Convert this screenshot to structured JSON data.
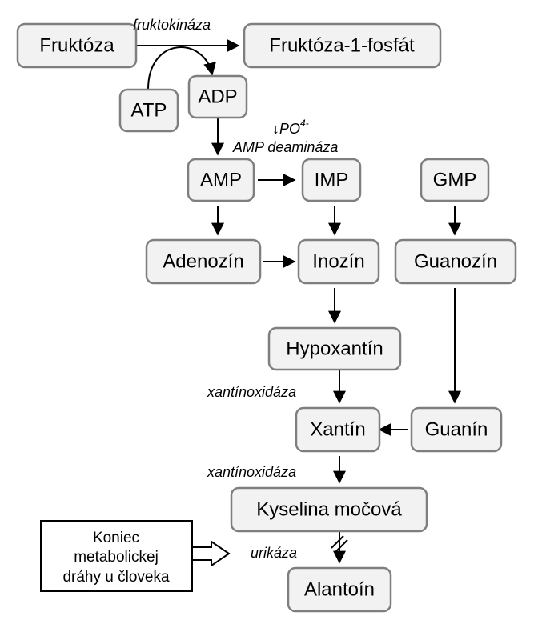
{
  "nodes": {
    "fruktoza": "Fruktóza",
    "fruktoza1p": "Fruktóza-1-fosfát",
    "atp": "ATP",
    "adp": "ADP",
    "amp": "AMP",
    "imp": "IMP",
    "gmp": "GMP",
    "adenozin": "Adenozín",
    "inozin": "Inozín",
    "guanozin": "Guanozín",
    "hypoxantin": "Hypoxantín",
    "xantin": "Xantín",
    "guanin": "Guanín",
    "kyselina": "Kyselina močová",
    "alantoin": "Alantoín"
  },
  "enzymes": {
    "fruktokinaza": "fruktokináza",
    "po4_arrow": "↓",
    "po4_base": "PO",
    "po4_sup": "4-",
    "amp_deaminaza": "AMP deamináza",
    "xantinoxidaza1": "xantínoxidáza",
    "xantinoxidaza2": "xantínoxidáza",
    "urikaza": "urikáza"
  },
  "note": {
    "line1": "Koniec",
    "line2": "metabolickej",
    "line3": "dráhy u človeka"
  }
}
